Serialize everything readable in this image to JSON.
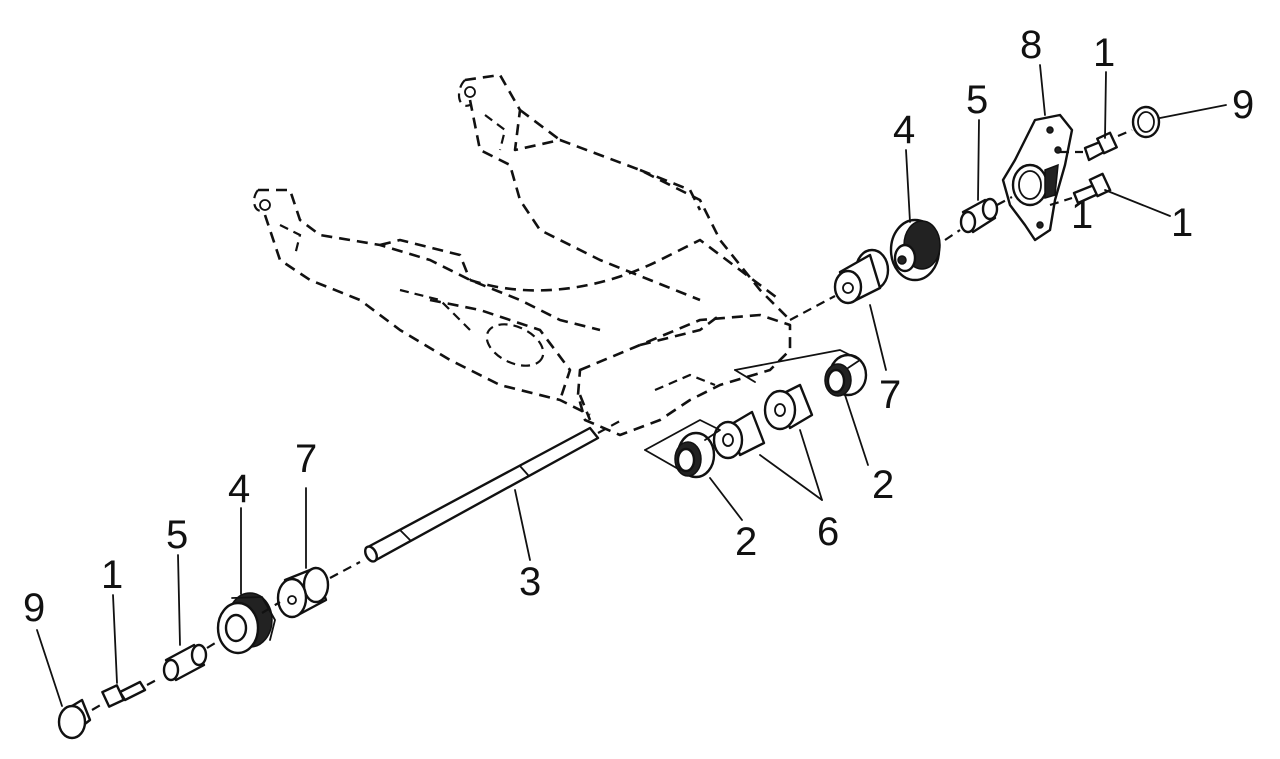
{
  "diagram": {
    "callouts": [
      "1",
      "1",
      "1",
      "1",
      "2",
      "2",
      "3",
      "4",
      "4",
      "5",
      "5",
      "6",
      "7",
      "7",
      "8",
      "9",
      "9"
    ]
  },
  "colors": {
    "line": "#111111",
    "background": "#ffffff"
  }
}
